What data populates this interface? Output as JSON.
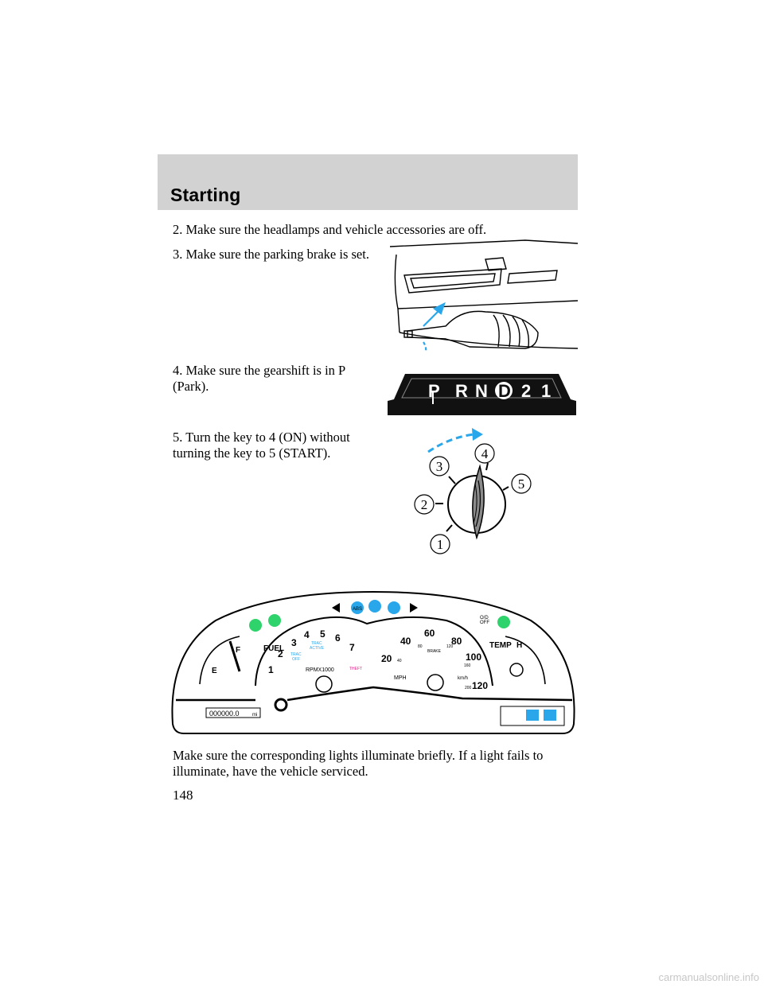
{
  "header": {
    "title": "Starting"
  },
  "steps": {
    "headlamps": "2. Make sure the headlamps and vehicle accessories are off.",
    "brake": "3. Make sure the parking brake is set.",
    "gear": "4. Make sure the gearshift is in P (Park).",
    "key": "5. Turn the key to 4 (ON) without turning the key to 5 (START)."
  },
  "footer_text": "Make sure the corresponding lights illuminate briefly. If a light fails to illuminate, have the vehicle serviced.",
  "page_number": "148",
  "prnd": {
    "p": "P",
    "r": "R",
    "n": "N",
    "d": "D",
    "two": "2",
    "one": "1"
  },
  "key_positions": {
    "p1": "1",
    "p2": "2",
    "p3": "3",
    "p4": "4",
    "p5": "5"
  },
  "cluster": {
    "fuel_label": "FUEL",
    "fuel_f": "F",
    "fuel_e": "E",
    "tach_nums": {
      "t1": "1",
      "t2": "2",
      "t3": "3",
      "t4": "4",
      "t5": "5",
      "t6": "6",
      "t7": "7"
    },
    "tach_label": "RPMX1000",
    "trac_off_1": "TRAC",
    "trac_off_2": "OFF",
    "trac_active_1": "TRAC",
    "trac_active_2": "ACTIVE",
    "theft": "THEFT",
    "abs": "ABS",
    "speed_nums": {
      "s20": "20",
      "s40": "40",
      "s60": "60",
      "s80": "80",
      "s100": "100",
      "s120": "120"
    },
    "kmh_nums": {
      "k40": "40",
      "k80": "80",
      "k120": "120",
      "k160": "160",
      "k200": "200"
    },
    "brake_label": "BRAKE",
    "mph": "MPH",
    "kmh": "km/h",
    "od_off_1": "O/D",
    "od_off_2": "OFF",
    "temp_label": "TEMP",
    "temp_h": "H",
    "odometer": "000000.0",
    "odometer_unit": "mi"
  },
  "watermark": "carmanualsonline.info"
}
